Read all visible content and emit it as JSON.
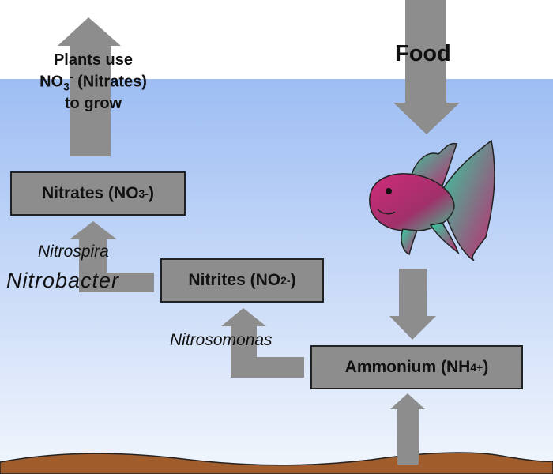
{
  "plants": {
    "line1": "Plants use",
    "line2_formula": "NO",
    "line2_sub": "3",
    "line2_sup": "-",
    "line2_rest": " (Nitrates)",
    "line3": "to grow"
  },
  "food": "Food",
  "nitrates_box": {
    "label": "Nitrates (NO",
    "sub": "3",
    "sup": "-",
    "close": ")"
  },
  "nitrites_box": {
    "label": "Nitrites (NO",
    "sub": "2",
    "sup": "-",
    "close": ")"
  },
  "ammonium_box": {
    "label": "Ammonium (NH",
    "sub": "4",
    "sup": "+",
    "close": ")"
  },
  "bacteria": {
    "nitrospira": "Nitrospira",
    "nitrobacter": "Nitrobacter",
    "nitrosomonas": "Nitrosomonas"
  },
  "colors": {
    "water_top": "#9dbdf3",
    "water_bottom": "#f2f6fc",
    "arrow": "#8d8d8d",
    "soil": "#a15c2c"
  }
}
